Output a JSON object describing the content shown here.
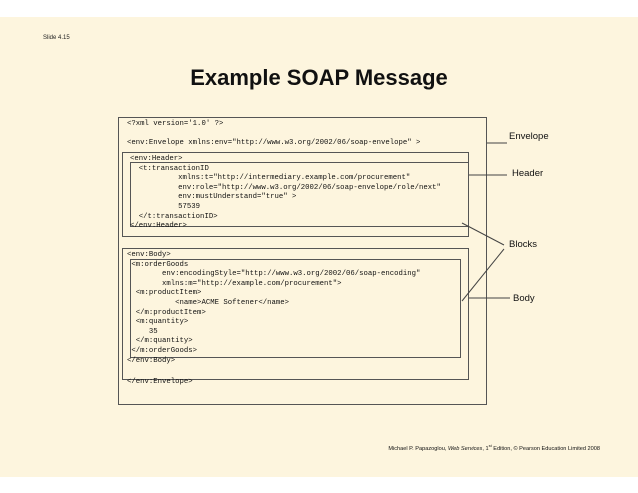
{
  "slide_number": "Slide 4.15",
  "title": "Example SOAP Message",
  "code": {
    "xml_decl": "<?xml version='1.0' ?>",
    "envelope_open": "<env:Envelope xmlns:env=\"http://www.w3.org/2002/06/soap-envelope\" >",
    "header_lines": [
      "<env:Header>",
      "  <t:transactionID",
      "           xmlns:t=\"http://intermediary.example.com/procurement\"",
      "           env:role=\"http://www.w3.org/2002/06/soap-envelope/role/next\"",
      "           env:mustUnderstand=\"true\" >",
      "           57539",
      "  </t:transactionID>",
      "</env:Header>"
    ],
    "body_lines": [
      "<env:Body>",
      " <m:orderGoods",
      "        env:encodingStyle=\"http://www.w3.org/2002/06/soap-encoding\"",
      "        xmlns:m=\"http://example.com/procurement\">",
      "  <m:productItem>",
      "           <name>ACME Softener</name>",
      "  </m:productItem>",
      "  <m:quantity>",
      "     35",
      "  </m:quantity>",
      " </m:orderGoods>",
      "</env:Body>"
    ],
    "envelope_close": "</env:Envelope>"
  },
  "labels": {
    "envelope": "Envelope",
    "header": "Header",
    "blocks": "Blocks",
    "body": "Body"
  },
  "footer": {
    "author": "Michael P. Papazoglou, ",
    "book": "Web Services",
    "edition_prefix": ", 1",
    "edition_sup": "st",
    "edition_suffix": " Edition, © Pearson Education Limited 2008"
  }
}
